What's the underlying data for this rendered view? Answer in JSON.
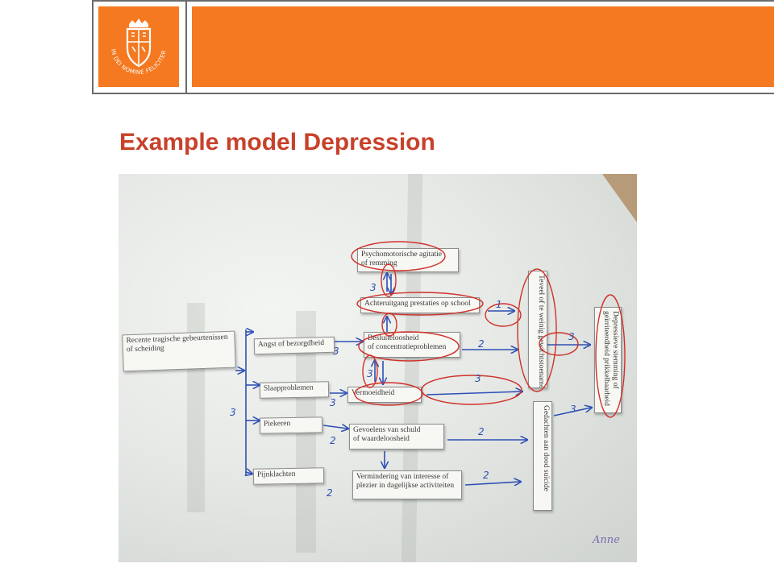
{
  "header": {
    "colors": {
      "accent": "#F47920",
      "rule": "#6b6b6b"
    },
    "logo": {
      "icon": "university-crest-icon",
      "motto": "IN DEI NOMINE FELICITER"
    }
  },
  "title": "Example model Depression",
  "title_color": "#C8412A",
  "photo": {
    "cards": {
      "recente": {
        "line1": "Recente tragische gebeurtenissen",
        "line2": "of scheiding"
      },
      "angst": "Angst of bezorgdheid",
      "slaap": "Slaapproblemen",
      "piekeren": "Piekeren",
      "pijn": "Pijnklachten",
      "psycho": {
        "line1": "Psychomotorische agitatie",
        "line2": "of remming"
      },
      "achter": "Achteruitgang prestaties op school",
      "besluit": {
        "line1": "Besluiteloosheid",
        "line2": "of concentratieproblemen"
      },
      "vermoeid": "Vermoeidheid",
      "schuld": {
        "line1": "Gevoelens van schuld",
        "line2": "of waardeloosheid"
      },
      "vermindering": {
        "line1": "Vermindering van interesse of",
        "line2": "plezier in dagelijkse activiteiten"
      },
      "teveel": "Teveel of te weinig gewichtstoename",
      "gedachten": "Gedachten aan dood suïcide",
      "depressieve": {
        "line1": "Depressieve stemming of",
        "line2": "geïrriteerdheid prikkelbaarheid"
      }
    },
    "annotations": {
      "n1": "3",
      "n2": "3",
      "n3": "2",
      "n4": "2",
      "n5": "3",
      "n6": "3",
      "n7": "3",
      "n8": "1",
      "n9": "2",
      "n10": "3",
      "n11": "3",
      "n12": "2",
      "n13": "2",
      "n14": "3"
    },
    "signature": "Anne"
  }
}
